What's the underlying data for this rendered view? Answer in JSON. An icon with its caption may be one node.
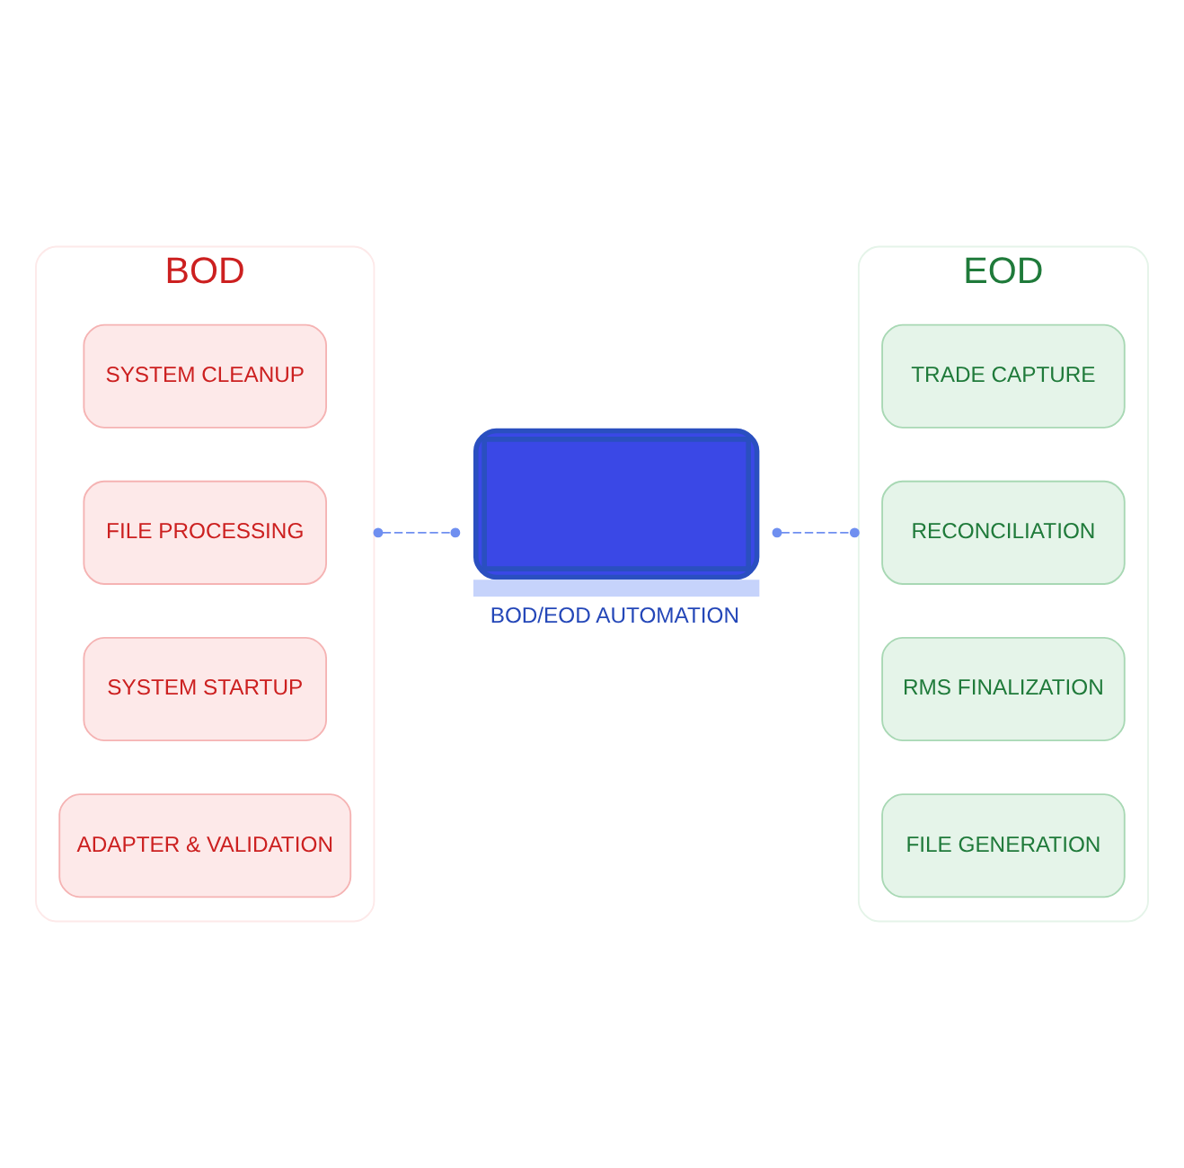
{
  "diagram": {
    "nodes": [
      {
        "text": [
          "BOD"
        ]
      },
      {
        "text": [
          "SYSTEM CLEANUP"
        ],
        "in": 0
      },
      {
        "text": [
          "FILE PROCESSING"
        ],
        "in": 0
      },
      {
        "text": [
          "SYSTEM STARTUP"
        ],
        "in": 0
      },
      {
        "text": [
          "ADAPTER & VALIDATION"
        ],
        "in": 0
      },
      {
        "text": [
          "EOD"
        ]
      },
      {
        "text": [
          "TRADE CAPTURE"
        ],
        "in": 5
      },
      {
        "text": [
          "RECONCILIATION"
        ],
        "in": 5
      },
      {
        "text": [
          "RMS FINALIZATION"
        ],
        "in": 5
      },
      {
        "text": [
          "FILE GENERATION"
        ],
        "in": 5
      },
      {
        "text": [
          "BOD/EOD AUTOMATION"
        ]
      }
    ],
    "edges": [
      {
        "from": 0,
        "to": 10,
        "arrow": "other",
        "style": "dashed"
      },
      {
        "from": 10,
        "to": 5,
        "arrow": "other",
        "style": "dashed"
      }
    ]
  }
}
